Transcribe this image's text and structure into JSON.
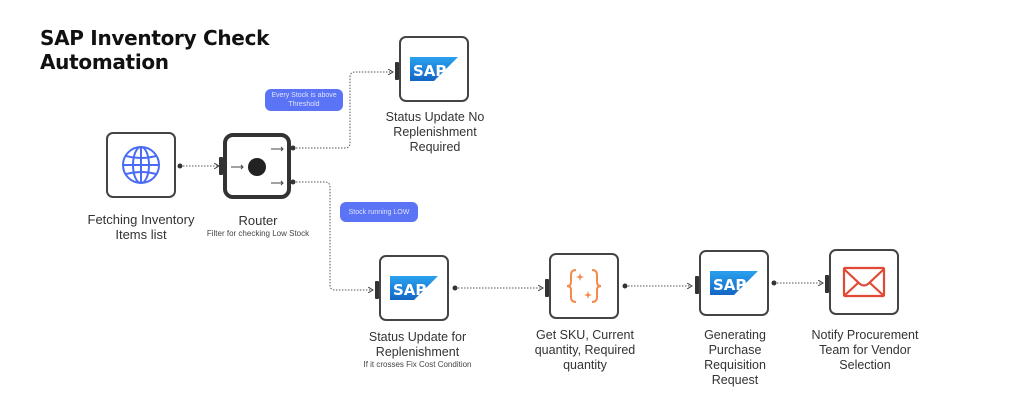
{
  "title_line1": "SAP Inventory Check",
  "title_line2": "Automation",
  "nodes": {
    "fetch": {
      "label": "Fetching Inventory Items list",
      "icon": "globe-icon"
    },
    "router": {
      "label": "Router",
      "sublabel": "Filter for checking Low Stock",
      "icon": "router-icon"
    },
    "status_no": {
      "label": "Status Update No Replenishment Required",
      "icon": "sap-logo-icon"
    },
    "status_for": {
      "label": "Status Update for Replenishment",
      "sublabel": "If it crosses Fix Cost Condition",
      "icon": "sap-logo-icon"
    },
    "get_sku": {
      "label": "Get SKU, Current quantity, Required quantity",
      "icon": "code-braces-icon"
    },
    "generate_pr": {
      "label": "Generating Purchase Requisition Request",
      "icon": "sap-logo-icon"
    },
    "notify": {
      "label": "Notify Procurement Team for Vendor Selection",
      "icon": "email-icon"
    }
  },
  "filters": {
    "above": "Every Stock is above Threshold",
    "low": "Stock running LOW"
  },
  "colors": {
    "pill": "#5b73f5",
    "sap_blue": "#1a7fd6",
    "code_orange": "#f58a4b",
    "mail_red": "#e04a35",
    "globe_blue": "#4a6cf5"
  }
}
